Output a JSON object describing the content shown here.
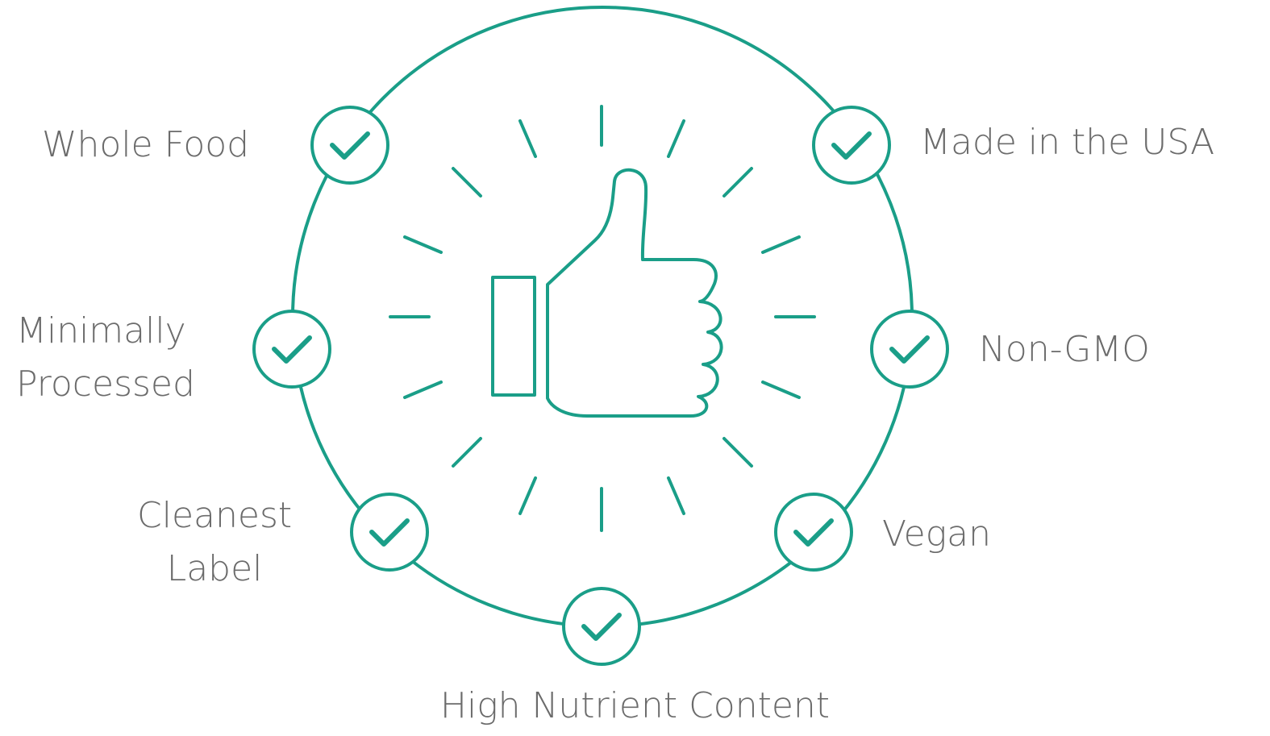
{
  "accent_color": "#1a9e88",
  "text_color": "#6b6b6b",
  "center_icon": "thumbs-up-icon",
  "item_icon": "check-icon",
  "items": {
    "whole_food": {
      "lines": [
        "Whole Food"
      ]
    },
    "made_in_usa": {
      "lines": [
        "Made in the USA"
      ]
    },
    "minimally_processed": {
      "lines": [
        "Minimally",
        "Processed"
      ]
    },
    "non_gmo": {
      "lines": [
        "Non-GMO"
      ]
    },
    "cleanest_label": {
      "lines": [
        "Cleanest",
        "Label"
      ]
    },
    "vegan": {
      "lines": [
        "Vegan"
      ]
    },
    "high_nutrient": {
      "lines": [
        "High Nutrient Content"
      ]
    }
  }
}
